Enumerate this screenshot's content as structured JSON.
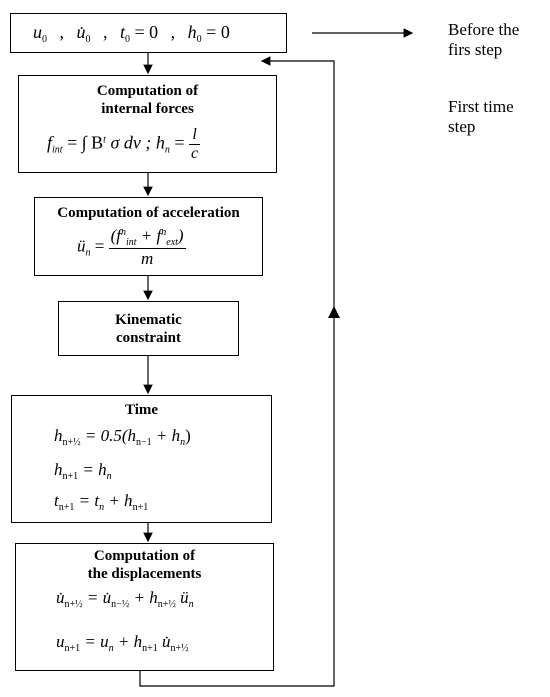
{
  "side_labels": {
    "before_first_step": "Before the\nfirs step",
    "first_time_step": "First time\nstep"
  },
  "initial_conditions": {
    "u0": "u",
    "u0_sub": "0",
    "udot0": "u̇",
    "udot0_sub": "0",
    "t0": "t",
    "t0_sub": "0",
    "t0_val": "= 0",
    "h0": "h",
    "h0_sub": "0",
    "h0_val": "= 0",
    "sep": ","
  },
  "internal_forces": {
    "title": "Computation of\ninternal forces",
    "f": "f",
    "f_sub": "int",
    "eq": "= ∫ B",
    "B_sup": "t",
    "rest": "σ dv ;",
    "h": "h",
    "h_sub": "n",
    "eq2": "=",
    "num": "l",
    "den": "c"
  },
  "acceleration": {
    "title": "Computation of acceleration",
    "lhs": "ü",
    "lhs_sub": "n",
    "eq": "=",
    "num": "(f",
    "num_sup1": "n",
    "num_sub1": "int",
    "num_plus": "+ f",
    "num_sup2": "n",
    "num_sub2": "ext",
    "num_close": ")",
    "den": "m"
  },
  "kinematic": {
    "title": "Kinematic\nconstraint"
  },
  "time": {
    "title": "Time",
    "l1_lhs": "h",
    "l1_sub": "n+½",
    "l1_rhs": "= 0.5(h",
    "l1_rhs_sub1": "n−1",
    "l1_rhs2": "+ h",
    "l1_rhs_sub2": "n",
    "l1_close": ")",
    "l2_lhs": "h",
    "l2_sub": "n+1",
    "l2_rhs": "= h",
    "l2_rhs_sub": "n",
    "l3_lhs": "t",
    "l3_sub": "n+1",
    "l3_rhs": "= t",
    "l3_rhs_sub": "n",
    "l3_plus": "+ h",
    "l3_plus_sub": "n+1"
  },
  "displacements": {
    "title": "Computation of\nthe displacements",
    "l1_lhs": "u̇",
    "l1_sub": "n+½",
    "l1_rhs": "= u̇",
    "l1_rhs_sub": "n−½",
    "l1_plus": "+ h",
    "l1_plus_sub": "n+½",
    "l1_tail": "ü",
    "l1_tail_sub": "n",
    "l2_lhs": "u",
    "l2_sub": "n+1",
    "l2_rhs": "= u",
    "l2_rhs_sub": "n",
    "l2_plus": "+ h",
    "l2_plus_sub": "n+1",
    "l2_tail": "u̇",
    "l2_tail_sub": "n+½"
  }
}
